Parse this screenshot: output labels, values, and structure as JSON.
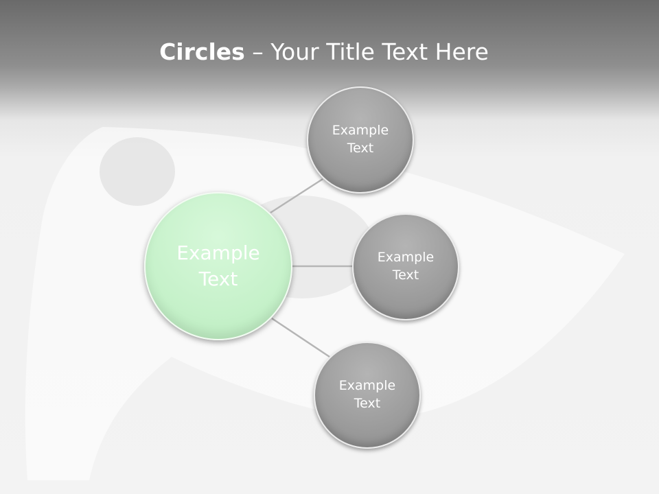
{
  "slide": {
    "title_bold": "Circles",
    "title_rest": " – Your Title Text Here"
  },
  "diagram": {
    "center": {
      "label": "Example\nText",
      "color": "#c8f2cb"
    },
    "nodes": [
      {
        "label": "Example\nText",
        "color": "#a3a3a3"
      },
      {
        "label": "Example\nText",
        "color": "#a3a3a3"
      },
      {
        "label": "Example\nText",
        "color": "#a3a3a3"
      }
    ],
    "connector_color": "#b5b5b5"
  }
}
